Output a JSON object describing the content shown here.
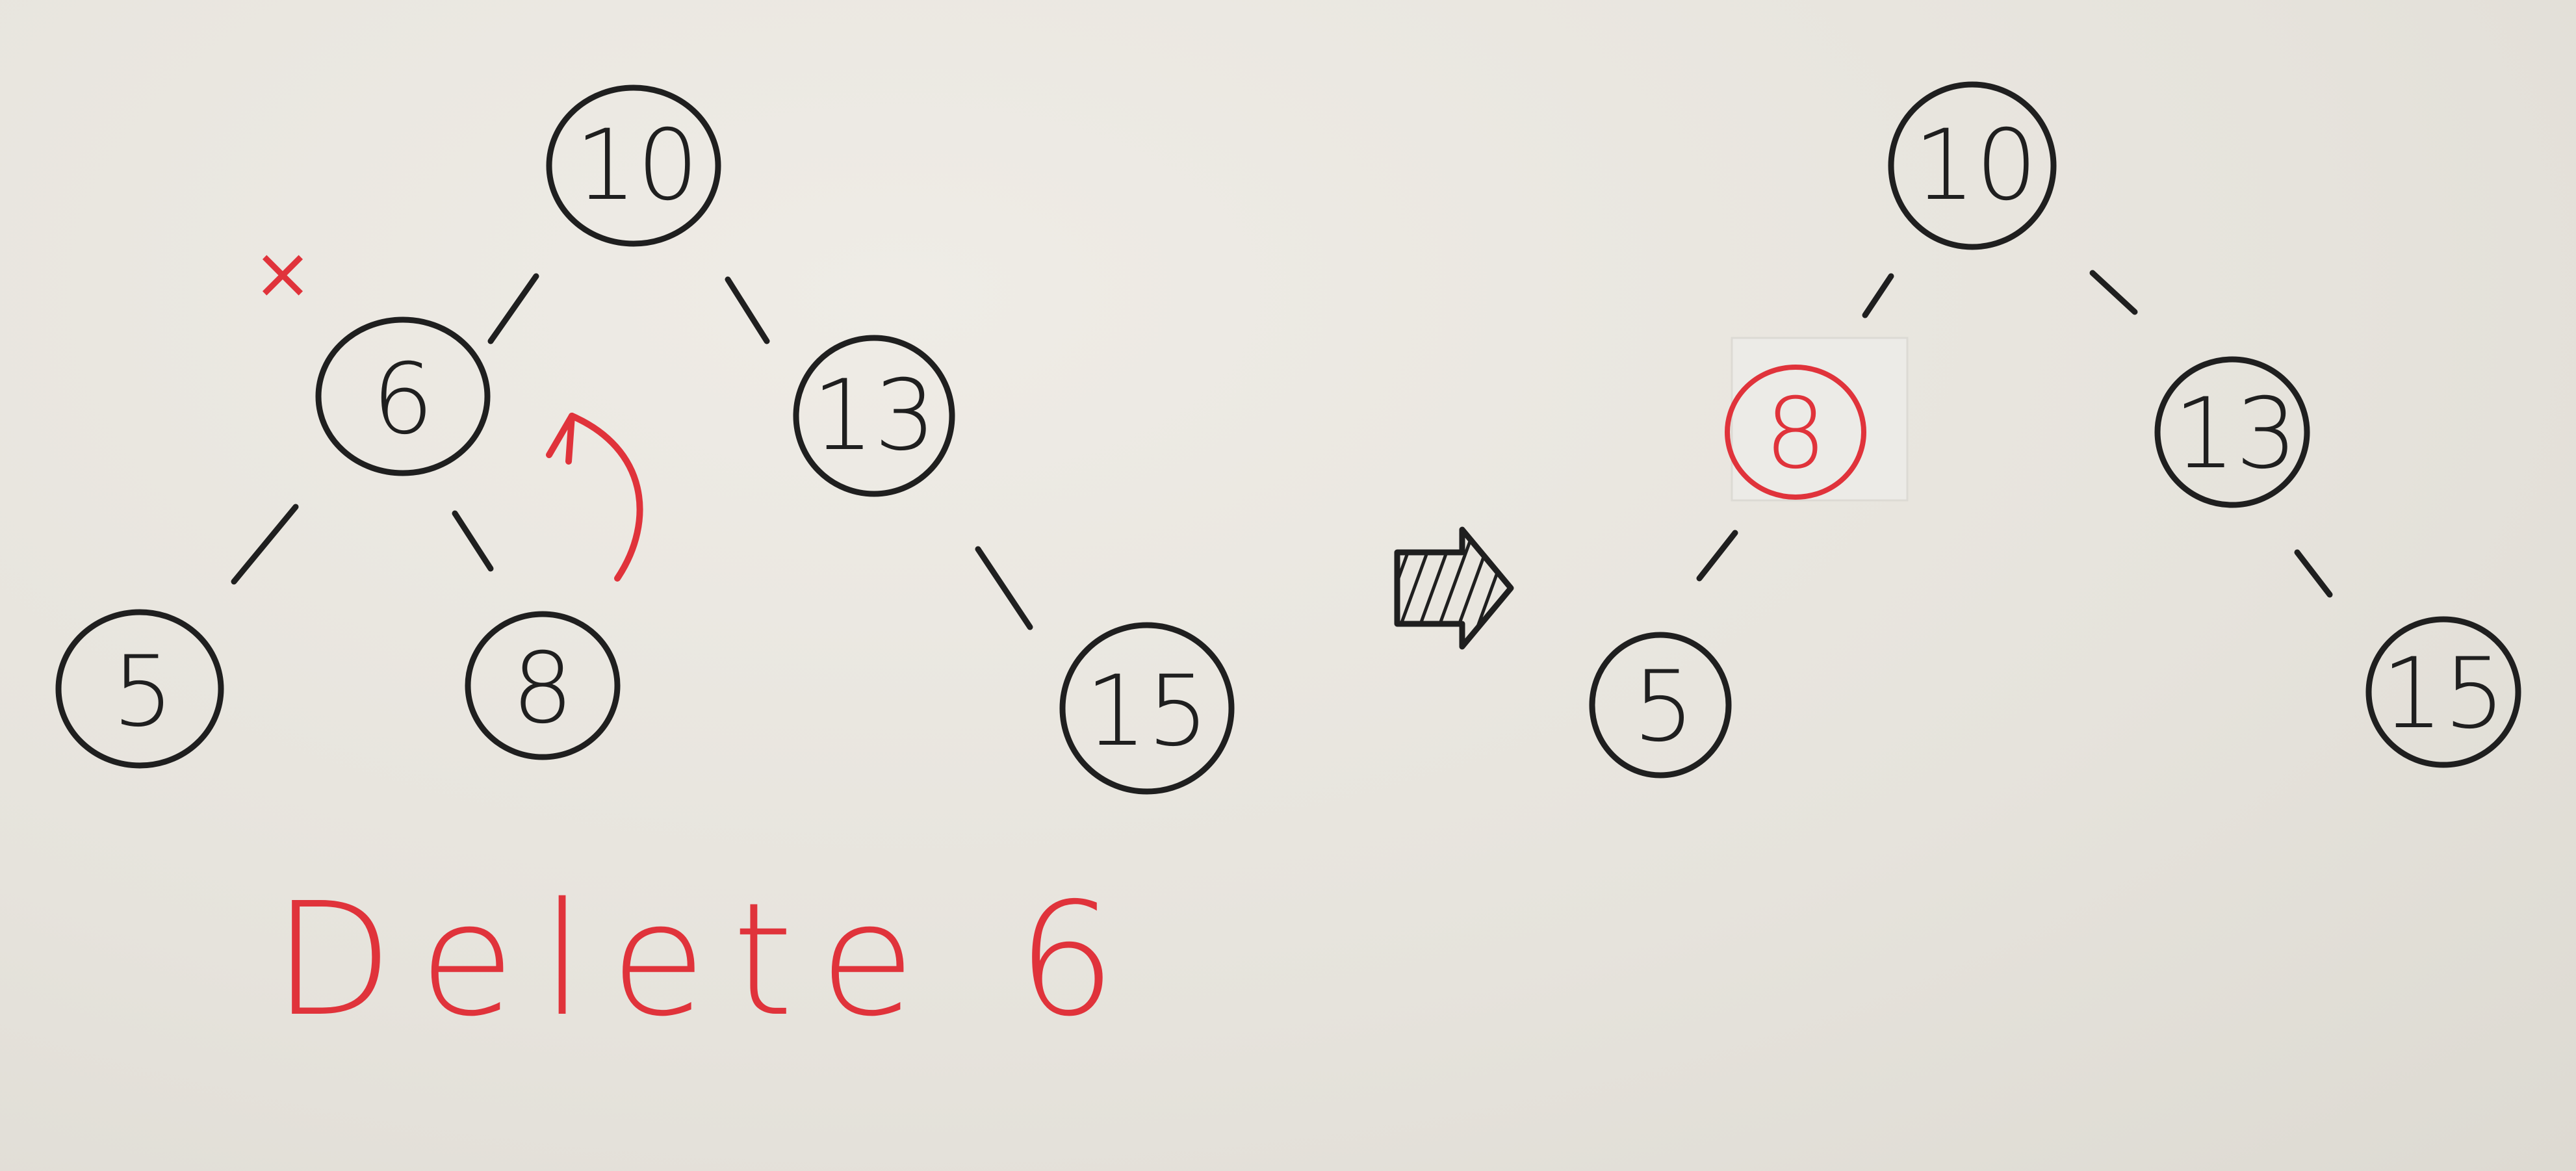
{
  "colors": {
    "ink": "#1f1f1f",
    "highlight": "#e0333b",
    "paper": "#e9e6df"
  },
  "before_tree": {
    "nodes": {
      "root": "10",
      "left": "6",
      "right": "13",
      "left_left": "5",
      "left_right": "8",
      "right_right": "15"
    },
    "delete_mark": "×"
  },
  "after_tree": {
    "nodes": {
      "root": "10",
      "left": "8",
      "right": "13",
      "left_left": "5",
      "right_right": "15"
    }
  },
  "caption": "Delete 6",
  "icons": {
    "transition": "hatched-right-arrow-icon",
    "move": "curved-arrow-icon"
  }
}
